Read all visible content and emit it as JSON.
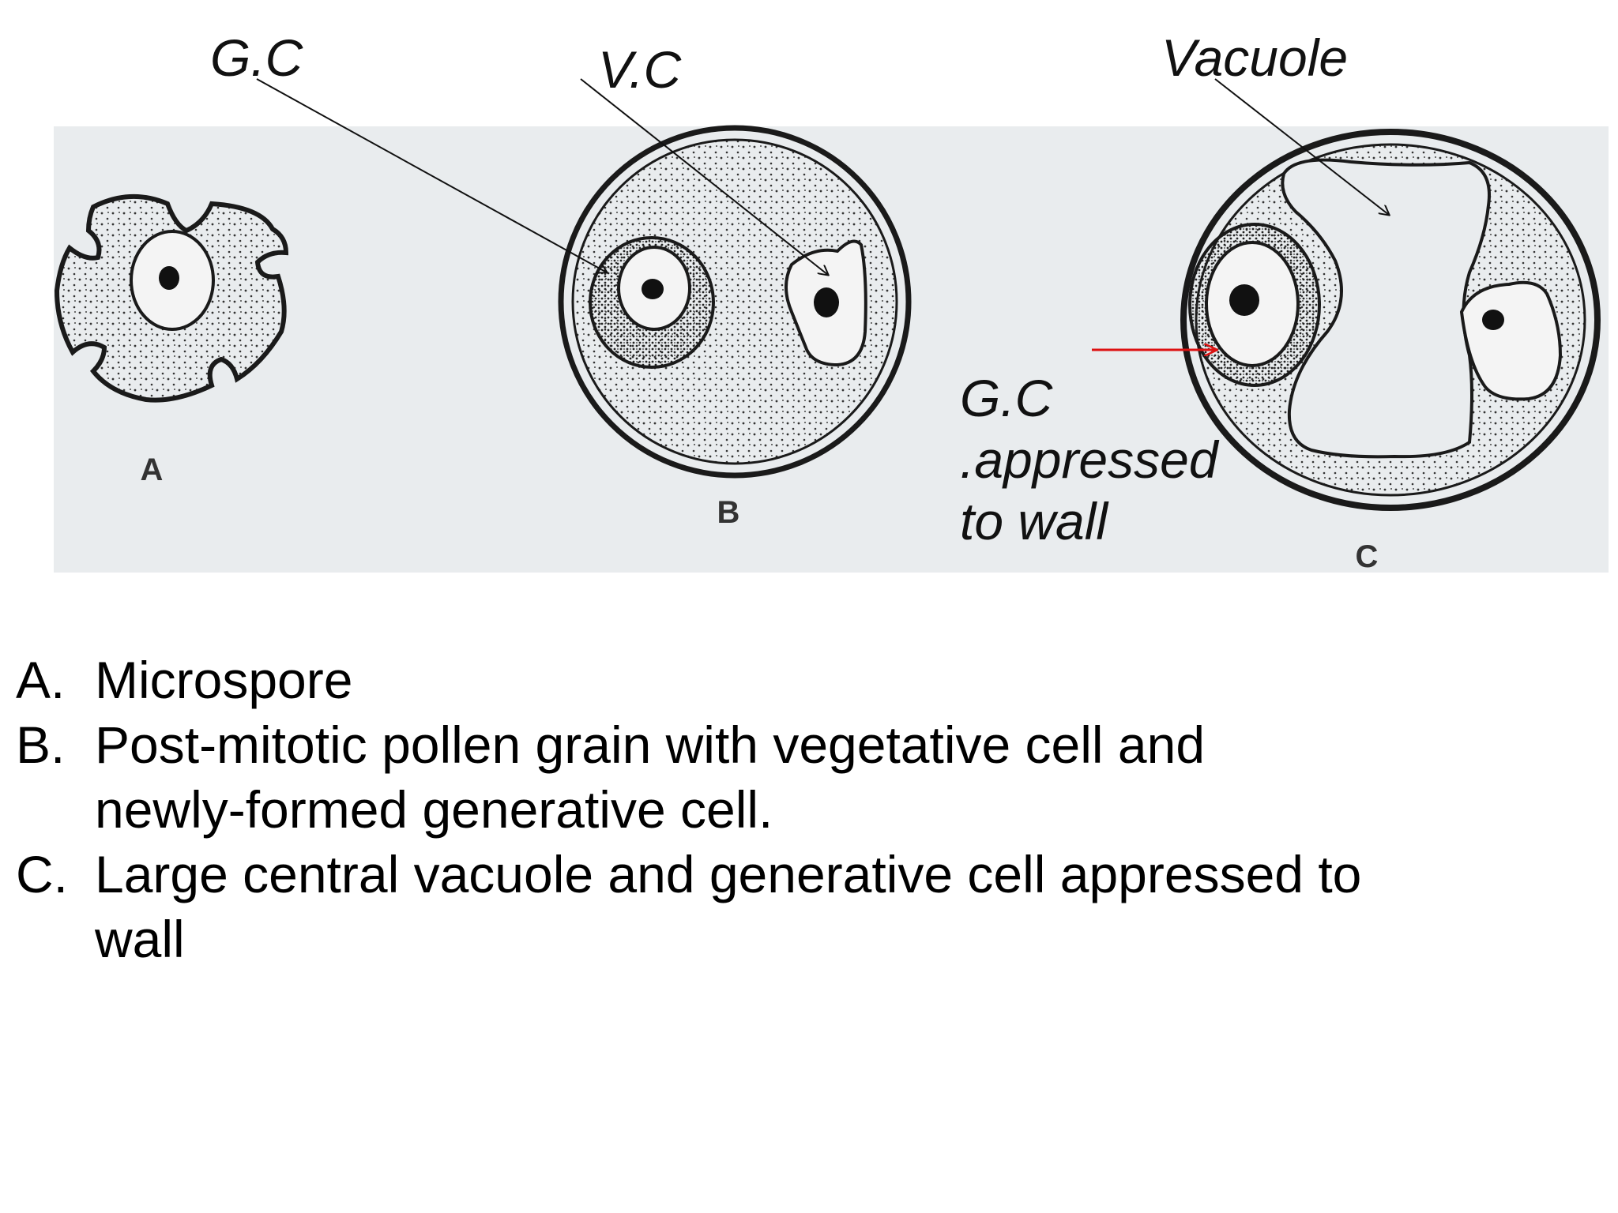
{
  "colors": {
    "photo_background": "#e9ecee",
    "ink": "#222222",
    "red_arrow": "#dd1111",
    "text": "#000000"
  },
  "figure": {
    "panels": [
      {
        "letter": "A"
      },
      {
        "letter": "B"
      },
      {
        "letter": "C"
      }
    ]
  },
  "labels": {
    "gc_top": "G.C",
    "vc_top": "V.C",
    "vacuole": "Vacuole",
    "gc_appressed_line1": "G.C",
    "gc_appressed_line2": ".appressed",
    "gc_appressed_line3": "to wall"
  },
  "legend": [
    {
      "letter": "A.",
      "text": "Microspore"
    },
    {
      "letter": "B.",
      "text": "Post-mitotic pollen grain with vegetative cell and newly-formed generative cell."
    },
    {
      "letter": "C.",
      "text": "Large central vacuole and generative cell appressed to wall"
    }
  ]
}
